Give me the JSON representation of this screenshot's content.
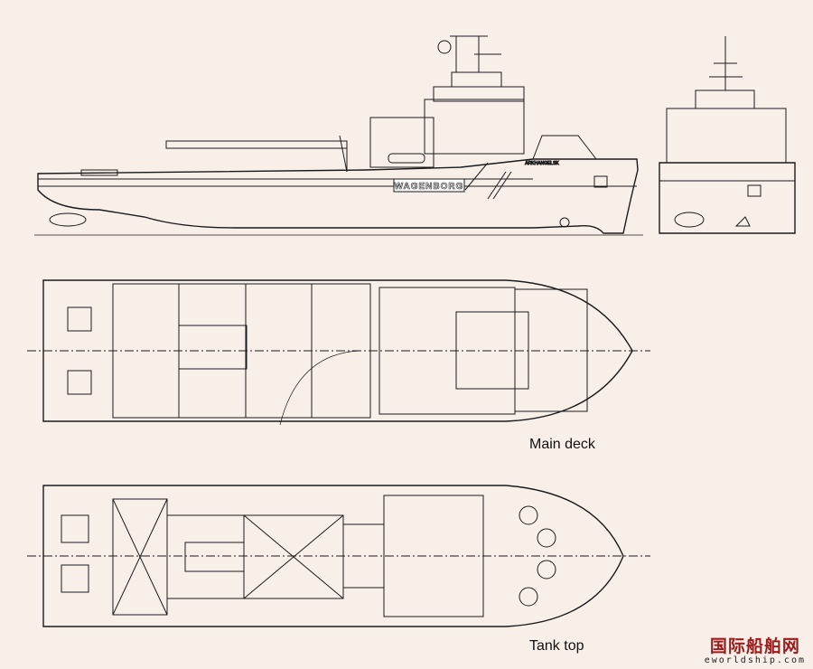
{
  "labels": {
    "main_deck": "Main deck",
    "tank_top": "Tank top"
  },
  "hull_markings": {
    "company_name": "WAGENBORG",
    "ship_name": "ARKHANGELSK"
  },
  "watermark": {
    "chinese": "国际船舶网",
    "site": "eworldship.com"
  },
  "colors": {
    "background": "#f9efe9",
    "line": "#1a1a1a",
    "watermark": "#9b1b1b"
  }
}
